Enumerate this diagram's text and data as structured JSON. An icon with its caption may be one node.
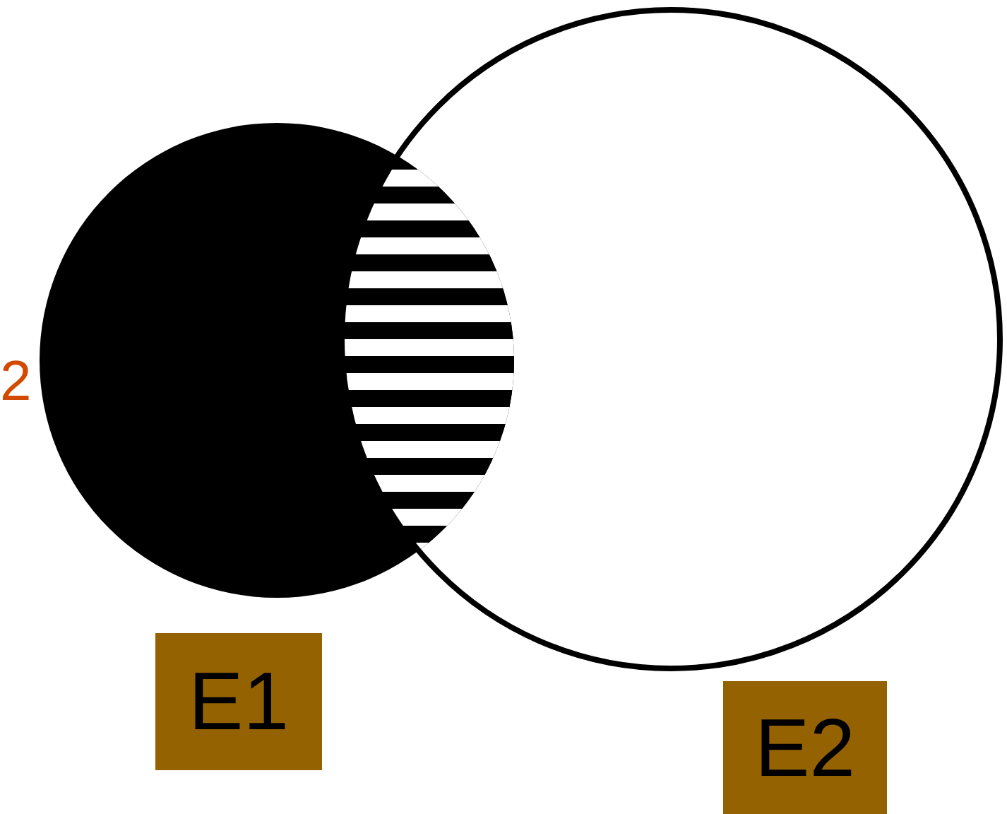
{
  "diagram": {
    "nodes": [
      {
        "text": [
          "E1"
        ]
      },
      {
        "text": [
          "E2"
        ]
      }
    ],
    "labels": [
      "2"
    ]
  }
}
